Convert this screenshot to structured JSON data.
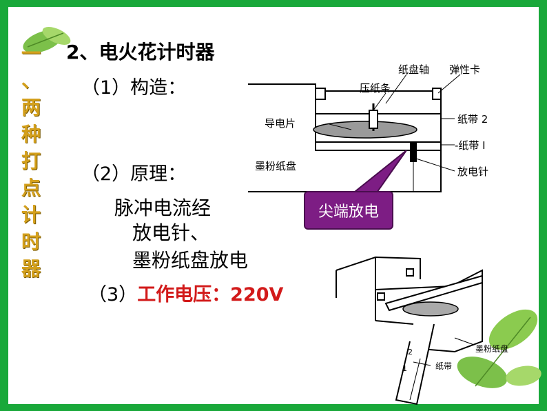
{
  "side_title": [
    "一",
    "、",
    "两",
    "种",
    "打",
    "点",
    "计",
    "时",
    "器"
  ],
  "heading": "2、电火花计时器",
  "section1": "（1）构造：",
  "section2": "（2）原理：",
  "principle": [
    "脉冲电流经",
    "放电针、",
    "墨粉纸盘放电"
  ],
  "section3_prefix": "（3）",
  "section3_value": "工作电压：220V",
  "callout": "尖端放电",
  "diagram1_labels": {
    "paper_disk_axis": "纸盘轴",
    "spring_clip": "弹性卡",
    "press_strip": "压纸条",
    "conductive_plate": "导电片",
    "tape2": "纸带 2",
    "toner_disk": "墨粉纸盘",
    "tape1": "-纸带 I",
    "discharge_needle": "放电针"
  },
  "diagram2_labels": {
    "toner_disk": "墨粉纸盘",
    "tape": "纸带",
    "num2": "2",
    "num1": "1"
  },
  "colors": {
    "frame": "#19a83a",
    "side_title": "#d4a01c",
    "callout": "#7d1d84",
    "red": "#d21a1a"
  }
}
